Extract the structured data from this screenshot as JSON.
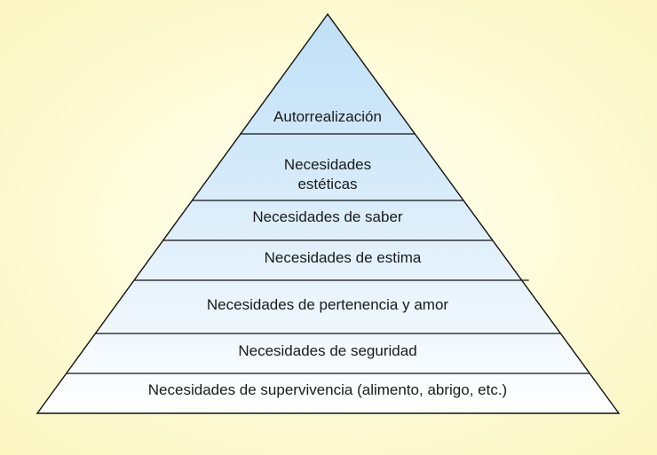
{
  "colors": {
    "background": "#fdf9cc",
    "apex_fill": "#bfe0f7",
    "base_fill": "#ffffff",
    "lines": "#111111",
    "text": "#1a1a1a"
  },
  "pyramid": {
    "levels": [
      {
        "lines": [
          "Autorrealización"
        ]
      },
      {
        "lines": [
          "Necesidades",
          "estéticas"
        ]
      },
      {
        "lines": [
          "Necesidades de saber"
        ]
      },
      {
        "lines": [
          "Necesidades de estima"
        ]
      },
      {
        "lines": [
          "Necesidades de pertenencia y amor"
        ]
      },
      {
        "lines": [
          "Necesidades de seguridad"
        ]
      },
      {
        "lines": [
          "Necesidades de supervivencia (alimento, abrigo, etc.)"
        ]
      }
    ]
  }
}
